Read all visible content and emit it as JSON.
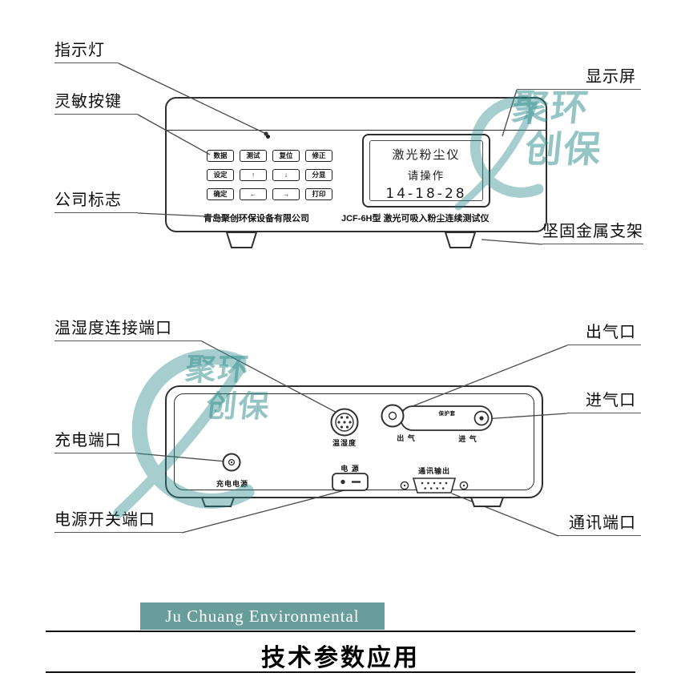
{
  "watermark": {
    "color": "#2e8b8b",
    "top_right_line1": "聚环",
    "top_right_line2": "创保",
    "mid_left_line1": "聚环",
    "mid_left_line2": "创保"
  },
  "callouts": {
    "indicator": "指示灯",
    "keys": "灵敏按键",
    "logo": "公司标志",
    "screen": "显示屏",
    "bracket": "坚固金属支架",
    "temp_port": "温湿度连接端口",
    "charge_port": "充电端口",
    "power_port": "电源开关端口",
    "air_out": "出气口",
    "air_in": "进气口",
    "comm_port": "通讯端口"
  },
  "front_view": {
    "keypad": {
      "rows": [
        [
          "数据",
          "测试",
          "复位",
          "修正"
        ],
        [
          "设定",
          "↑",
          "↓",
          "分显"
        ],
        [
          "确定",
          "←",
          "→",
          "打印"
        ]
      ]
    },
    "display": {
      "line1": "激光粉尘仪",
      "line2": "请操作",
      "line3": "14-18-28"
    },
    "company_text": "青岛聚创环保设备有限公司",
    "model_text": "JCF-6H型 激光可吸入粉尘连续测试仪"
  },
  "back_view": {
    "temp_humidity": "温湿度",
    "air_out": "出 气",
    "air_in": "进 气",
    "sleeve": "保护套",
    "charge": "充电电源",
    "power": "电 源",
    "comm": "通讯输出"
  },
  "footer": {
    "banner_text": "Ju Chuang Environmental",
    "banner_color": "#699d9c",
    "title": "技术参数应用"
  }
}
